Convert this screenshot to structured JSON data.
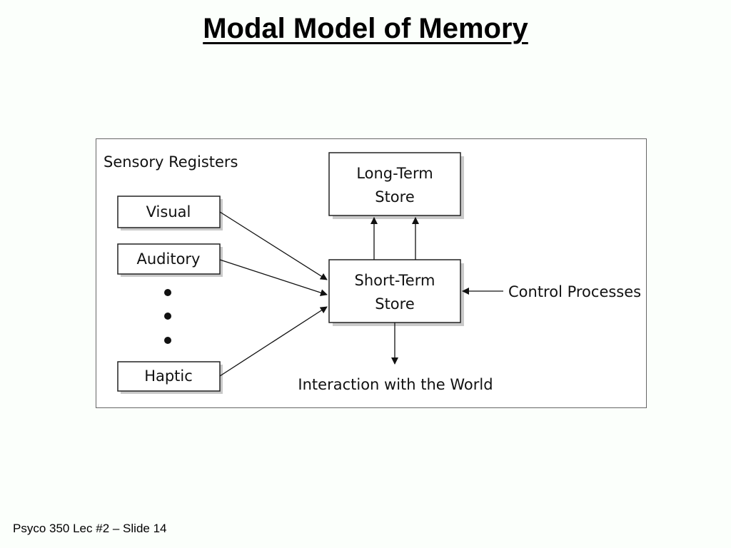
{
  "slide": {
    "title": "Modal Model of Memory",
    "footer": "Psyco 350 Lec #2 – Slide 14"
  },
  "diagram": {
    "sensory_registers_label": "Sensory Registers",
    "registers": {
      "visual": "Visual",
      "auditory": "Auditory",
      "haptic": "Haptic"
    },
    "long_term_store": {
      "line1": "Long-Term",
      "line2": "Store"
    },
    "short_term_store": {
      "line1": "Short-Term",
      "line2": "Store"
    },
    "control_processes": "Control Processes",
    "interaction": "Interaction with the World"
  }
}
